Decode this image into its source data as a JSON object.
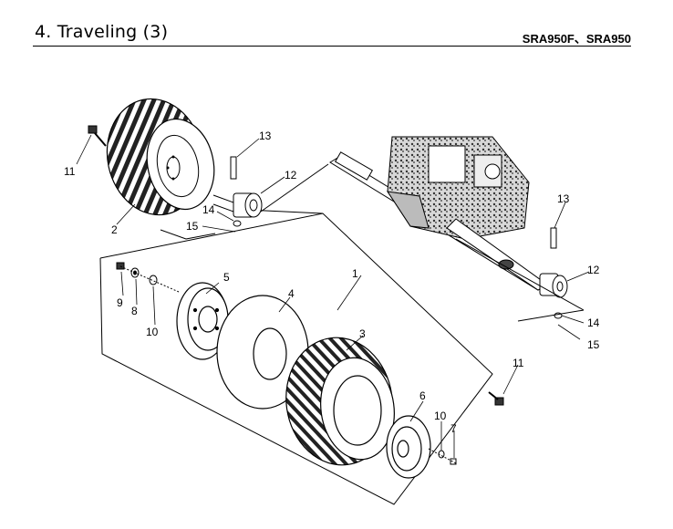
{
  "header": {
    "title": "4. Traveling (3)",
    "models": "SRA950F、SRA950"
  },
  "callouts": {
    "c1": "1",
    "c2": "2",
    "c3": "3",
    "c4": "4",
    "c5": "5",
    "c6": "6",
    "c7": "7",
    "c8": "8",
    "c9": "9",
    "c10a": "10",
    "c10b": "10",
    "c11a": "11",
    "c11b": "11",
    "c12a": "12",
    "c12b": "12",
    "c13a": "13",
    "c13b": "13",
    "c14a": "14",
    "c14b": "14",
    "c15a": "15",
    "c15b": "15"
  }
}
